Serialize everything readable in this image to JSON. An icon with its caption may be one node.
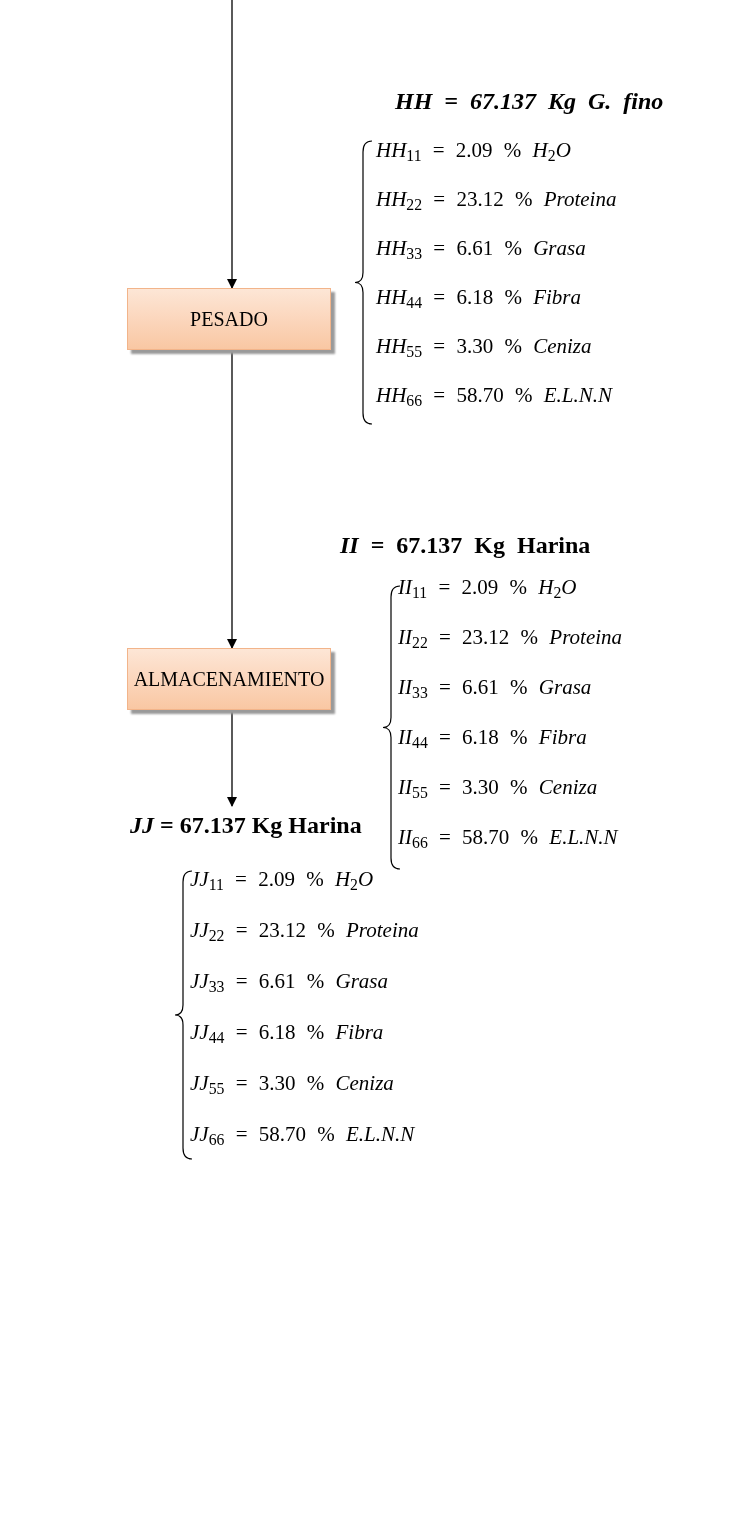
{
  "diagram": {
    "nodes": [
      {
        "text": [
          "PESADO"
        ]
      },
      {
        "text": [
          "ALMACENAMIENTO"
        ]
      },
      {
        "text": [
          "*JJ* = 67.137 Kg Harina"
        ]
      }
    ],
    "edges": [
      {
        "from": null,
        "to": 0,
        "arrow": "to"
      },
      {
        "from": 0,
        "to": 1,
        "arrow": "to"
      },
      {
        "from": 1,
        "to": 2,
        "arrow": "to"
      }
    ],
    "labels": [
      "HH = 67.137 Kg G. fino",
      "*HH*$_{11}$ = 2.09 % *H*$_{2}$*O*",
      "*HH*$_{22}$ = 23.12 % *Proteina*",
      "*HH*$_{33}$ = 6.61 % *Grasa*",
      "*HH*$_{44}$ = 6.18 % *Fibra*",
      "*HH*$_{55}$ = 3.30 % *Ceniza*",
      "*HH*$_{66}$ = 58.70 % *E.L.N.N*",
      "*II* = 67.137 Kg Harina",
      "*II*$_{11}$ = 2.09 % *H*$_{2}$*O*",
      "*II*$_{22}$ = 23.12 % *Proteina*",
      "*II*$_{33}$ = 6.61 % *Grasa*",
      "*II*$_{44}$ = 6.18 % *Fibra*",
      "*II*$_{55}$ = 3.30 % *Ceniza*",
      "*II*$_{66}$ = 58.70 % *E.L.N.N*",
      "*JJ*$_{11}$ = 2.09 % *H*$_{2}$*O*",
      "*JJ*$_{22}$ = 23.12 % *Proteina*",
      "*JJ*$_{33}$ = 6.61 % *Grasa*",
      "*JJ*$_{44}$ = 6.18 % *Fibra*",
      "*JJ*$_{55}$ = 3.30 % *Ceniza*",
      "*JJ*$_{66}$ = 58.70 % *E.L.N.N*"
    ]
  }
}
